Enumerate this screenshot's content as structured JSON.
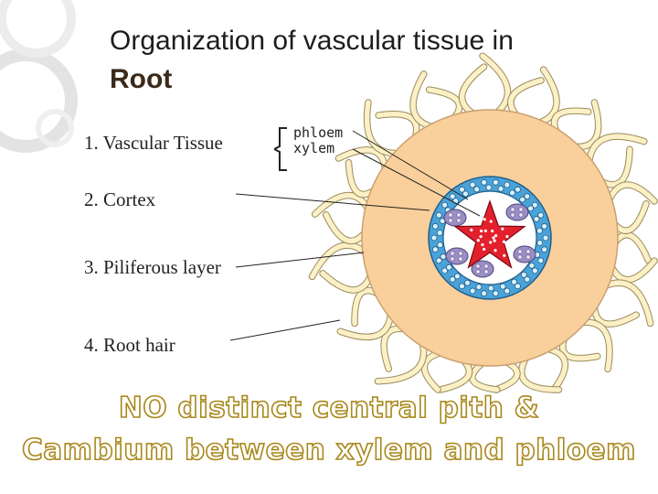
{
  "title": {
    "line1": "Organization of vascular tissue in",
    "line2": "Root"
  },
  "labels": {
    "vascular": "1. Vascular Tissue",
    "phloem": "phloem",
    "xylem": "xylem",
    "cortex": "2. Cortex",
    "piliferous": "3. Piliferous layer",
    "root_hair": "4. Root hair"
  },
  "note": {
    "line1": "NO distinct central pith &",
    "line2": "Cambium between xylem and phloem"
  },
  "colors": {
    "cortex": "#f9cf9c",
    "hair": "#fbf0c6",
    "endodermis": "#4aa3d8",
    "stele": "#ffffff",
    "xylem": "#e4202c",
    "phloem": "#9b8ec4",
    "note_outline": "#a8871a"
  }
}
